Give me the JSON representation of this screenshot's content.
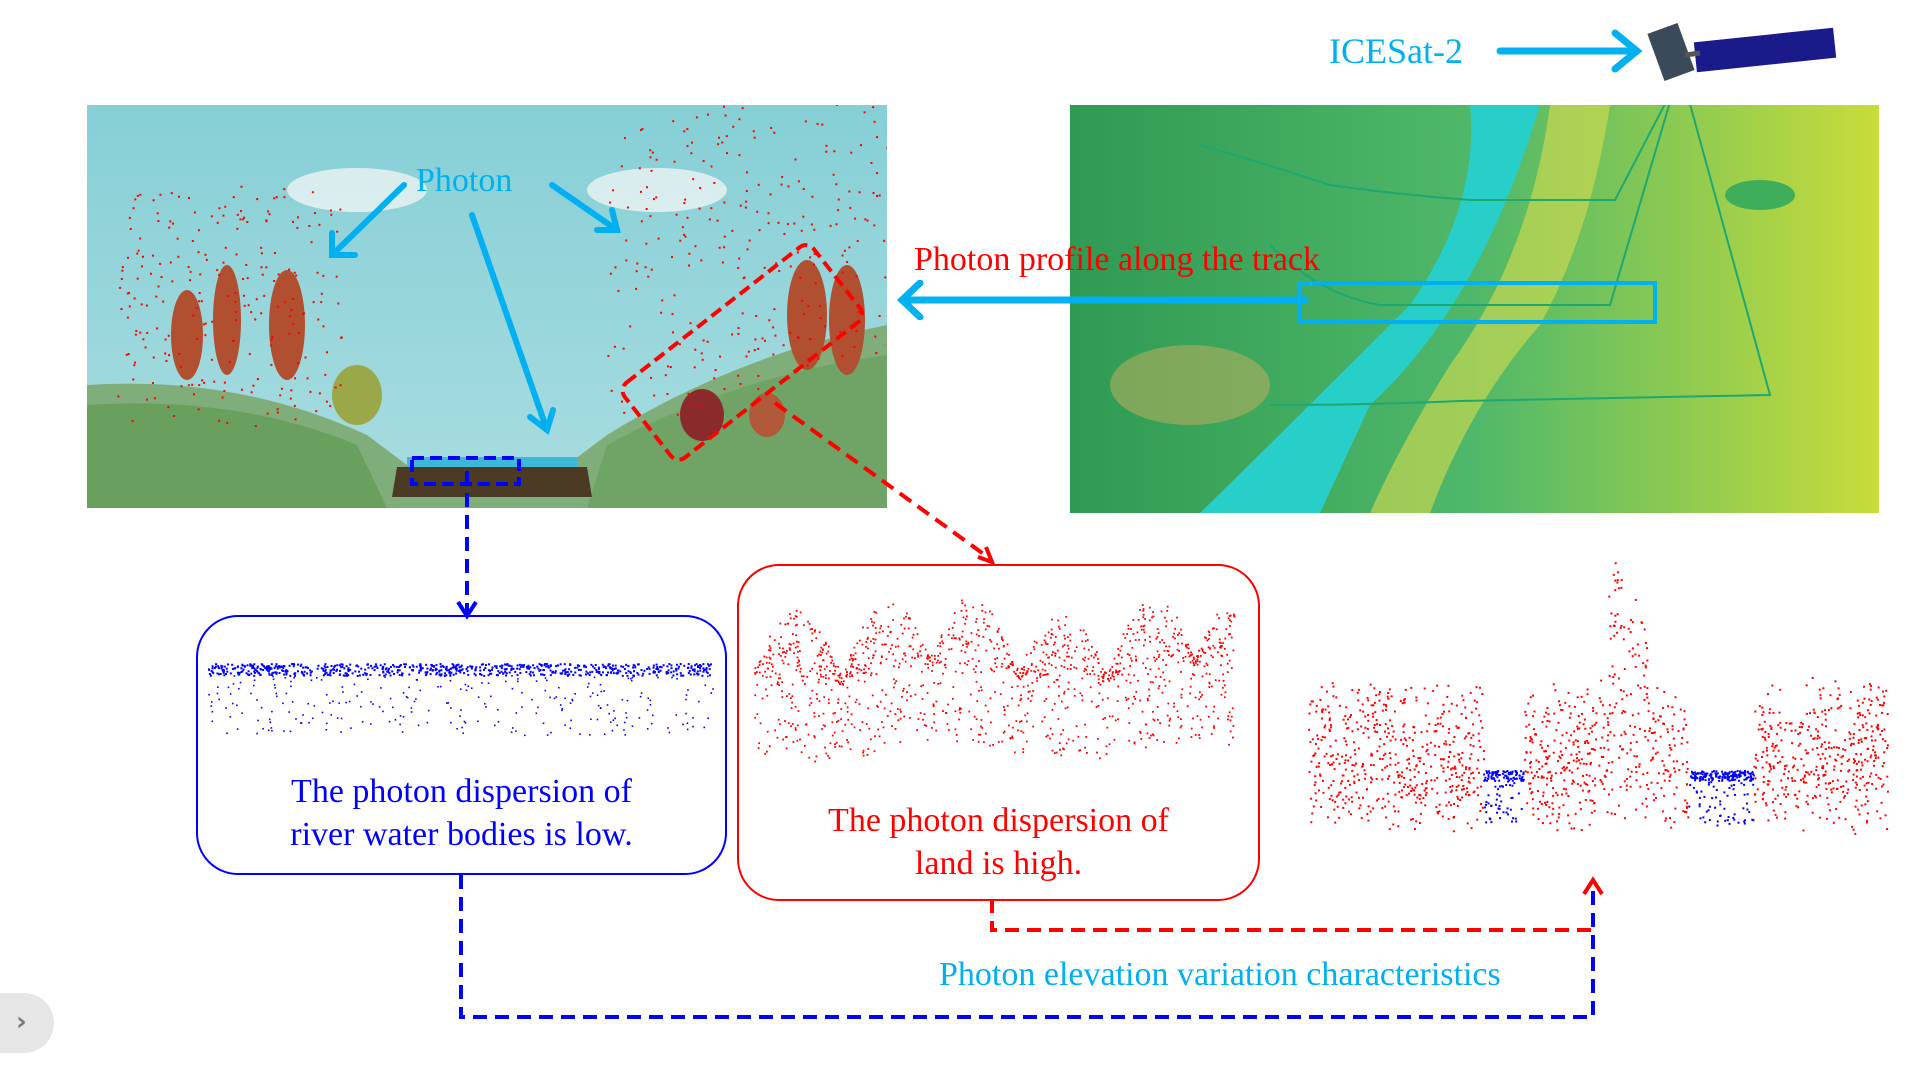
{
  "satellite": {
    "label": "ICESat-2"
  },
  "illustration": {
    "photon_label": "Photon"
  },
  "aerial": {
    "profile_label": "Photon profile along the track"
  },
  "water_panel": {
    "caption_line1": "The photon dispersion of",
    "caption_line2": "river water bodies is low."
  },
  "land_panel": {
    "caption_line1": "The photon dispersion of",
    "caption_line2": "land is high."
  },
  "combined": {
    "caption": "Photon elevation variation characteristics"
  },
  "colors": {
    "cyan": "#00b0f0",
    "blue": "#0000ff",
    "red": "#ff0000"
  },
  "icons": {
    "sidebar_toggle": "chevron-right-icon"
  }
}
